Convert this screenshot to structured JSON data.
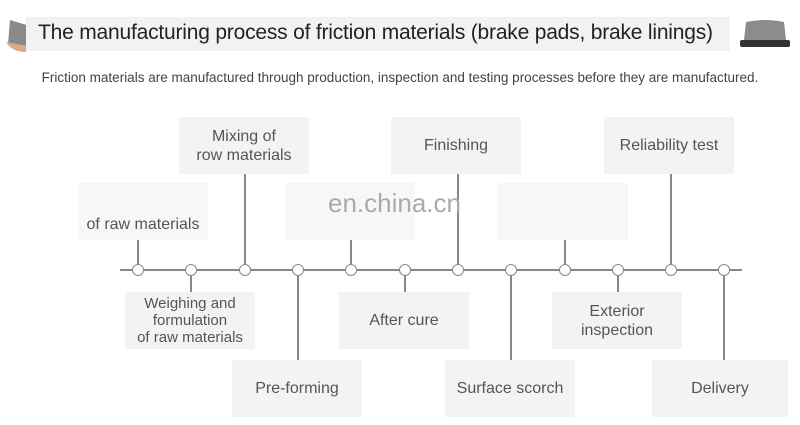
{
  "header": {
    "title": "The manufacturing process of friction materials (brake pads, brake linings)",
    "subtitle": "Friction materials are manufactured through production, inspection and testing processes before they are manufactured."
  },
  "watermark": "en.china.cn",
  "icons": [
    "brake-pad-hand-icon",
    "brake-pad-icon"
  ],
  "steps_top": [
    {
      "label": "of raw materials"
    },
    {
      "label": "Mixing of\nrow materials"
    },
    {
      "label": ""
    },
    {
      "label": "Finishing"
    },
    {
      "label": ""
    },
    {
      "label": "Reliability test"
    }
  ],
  "steps_bottom": [
    {
      "label": "Weighing and\nformulation\nof raw materials"
    },
    {
      "label": "Pre-forming"
    },
    {
      "label": "After cure"
    },
    {
      "label": "Surface scorch"
    },
    {
      "label": "Exterior\ninspection"
    },
    {
      "label": "Delivery"
    }
  ]
}
